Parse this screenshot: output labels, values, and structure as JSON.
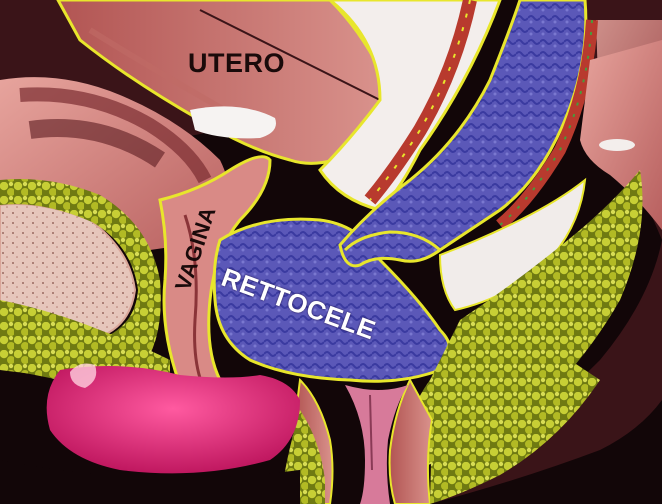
{
  "labels": {
    "uterus": "UTERO",
    "vagina": "VAGINA",
    "rectocele": "RETTOCELE"
  },
  "colors": {
    "background_dark": "#120608",
    "fat_yellow": "#b8c02a",
    "muscle_red": "#a8474a",
    "tissue_pink": "#d98a86",
    "rectum_blue": "#4d4fb0",
    "perineum_magenta": "#e0287a",
    "outline_yellow": "#e8e62c",
    "cavity_white": "#f6f3f2"
  }
}
